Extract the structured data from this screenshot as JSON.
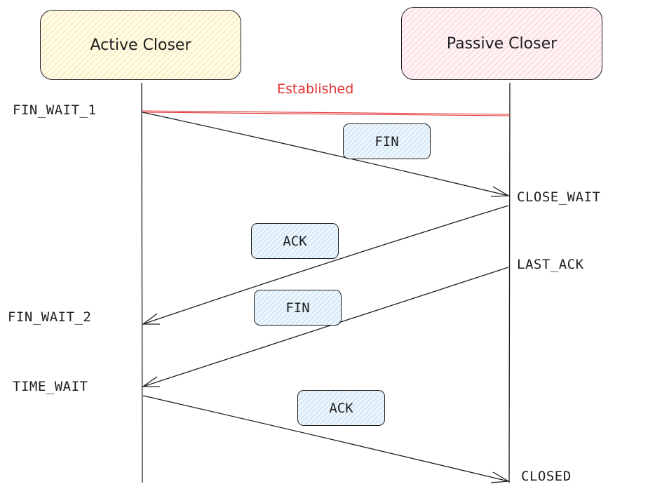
{
  "colors": {
    "active_fill": "#fff3c4",
    "passive_fill": "#ffd9df",
    "message_fill": "#cfe6f7",
    "established_line": "#e03131",
    "stroke": "#1e1e1e"
  },
  "actors": {
    "active": "Active Closer",
    "passive": "Passive Closer"
  },
  "established_label": "Established",
  "states": {
    "fin_wait_1": "FIN_WAIT_1",
    "fin_wait_2": "FIN_WAIT_2",
    "time_wait": "TIME_WAIT",
    "close_wait": "CLOSE_WAIT",
    "last_ack": "LAST_ACK",
    "closed": "CLOSED"
  },
  "messages": [
    {
      "label": "FIN",
      "direction": "active-to-passive"
    },
    {
      "label": "ACK",
      "direction": "passive-to-active"
    },
    {
      "label": "FIN",
      "direction": "passive-to-active"
    },
    {
      "label": "ACK",
      "direction": "active-to-passive"
    }
  ]
}
